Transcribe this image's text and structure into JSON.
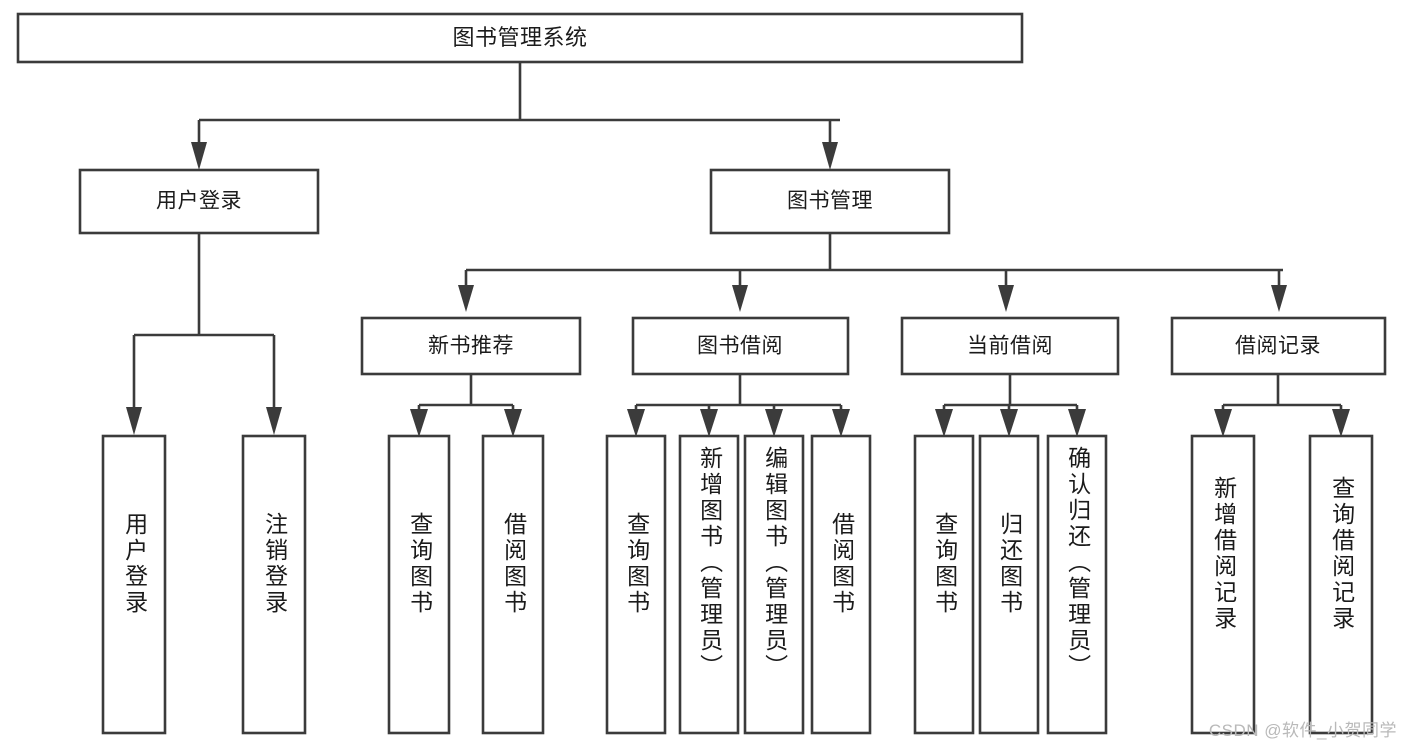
{
  "diagram": {
    "type": "tree",
    "title": "图书管理系统",
    "root": {
      "label": "图书管理系统",
      "children": [
        {
          "label": "用户登录",
          "children": [
            {
              "label": "用户登录"
            },
            {
              "label": "注销登录"
            }
          ]
        },
        {
          "label": "图书管理",
          "children": [
            {
              "label": "新书推荐",
              "children": [
                {
                  "label": "查询图书"
                },
                {
                  "label": "借阅图书"
                }
              ]
            },
            {
              "label": "图书借阅",
              "children": [
                {
                  "label": "查询图书"
                },
                {
                  "label": "新增图书（管理员）"
                },
                {
                  "label": "编辑图书（管理员）"
                },
                {
                  "label": "借阅图书"
                }
              ]
            },
            {
              "label": "当前借阅",
              "children": [
                {
                  "label": "查询图书"
                },
                {
                  "label": "归还图书"
                },
                {
                  "label": "确认归还（管理员）"
                }
              ]
            },
            {
              "label": "借阅记录",
              "children": [
                {
                  "label": "新增借阅记录"
                },
                {
                  "label": "查询借阅记录"
                }
              ]
            }
          ]
        }
      ]
    }
  },
  "nodes": {
    "root_title": "图书管理系统",
    "level1": {
      "user_login": "用户登录",
      "book_manage": "图书管理"
    },
    "level2": {
      "new_book_recommend": "新书推荐",
      "book_borrow": "图书借阅",
      "current_borrow": "当前借阅",
      "borrow_record": "借阅记录"
    },
    "leaves": {
      "user_login_1": "用户登录",
      "user_login_2": "注销登录",
      "recommend_1": "查询图书",
      "recommend_2": "借阅图书",
      "borrow_1": "查询图书",
      "borrow_2": "新增图书（管理员）",
      "borrow_3": "编辑图书（管理员）",
      "borrow_4": "借阅图书",
      "current_1": "查询图书",
      "current_2": "归还图书",
      "current_3": "确认归还（管理员）",
      "record_1": "新增借阅记录",
      "record_2": "查询借阅记录"
    }
  },
  "watermark": {
    "text": "CSDN @软件_小贺同学"
  },
  "colors": {
    "stroke": "#3b3b3b",
    "fill": "#ffffff",
    "text": "#1b1b1b",
    "watermark": "#b9b9b9"
  }
}
